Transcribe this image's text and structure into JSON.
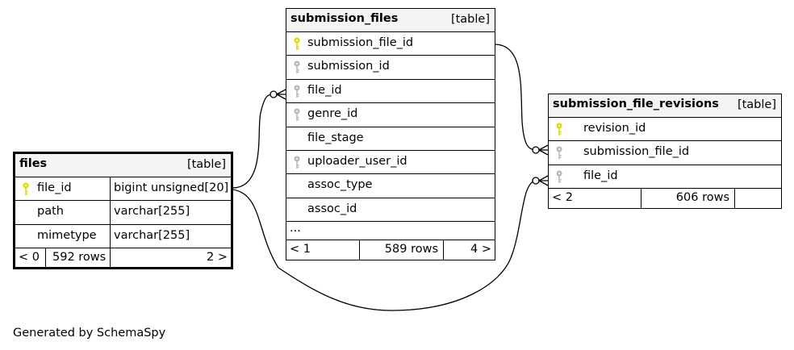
{
  "colors": {
    "primary_key": "#e6d800",
    "foreign_key": "#b8b8b8",
    "header_bg": "#f4f4f4"
  },
  "tables": {
    "submission_files": {
      "name": "submission_files",
      "kind": "[table]",
      "columns": [
        {
          "name": "submission_file_id",
          "key": "primary-key-icon"
        },
        {
          "name": "submission_id",
          "key": "foreign-key-icon"
        },
        {
          "name": "file_id",
          "key": "foreign-key-icon"
        },
        {
          "name": "genre_id",
          "key": "foreign-key-icon"
        },
        {
          "name": "file_stage",
          "key": ""
        },
        {
          "name": "uploader_user_id",
          "key": "foreign-key-icon"
        },
        {
          "name": "assoc_type",
          "key": ""
        },
        {
          "name": "assoc_id",
          "key": ""
        }
      ],
      "more": "...",
      "footer": {
        "parents": "< 1",
        "rows": "589 rows",
        "children": "4 >"
      }
    },
    "files": {
      "name": "files",
      "kind": "[table]",
      "columns": [
        {
          "name": "file_id",
          "type": "bigint unsigned[20]",
          "key": "primary-key-icon"
        },
        {
          "name": "path",
          "type": "varchar[255]",
          "key": ""
        },
        {
          "name": "mimetype",
          "type": "varchar[255]",
          "key": ""
        }
      ],
      "footer": {
        "parents": "< 0",
        "rows": "592 rows",
        "children": "2 >"
      }
    },
    "submission_file_revisions": {
      "name": "submission_file_revisions",
      "kind": "[table]",
      "columns": [
        {
          "name": "revision_id",
          "key": "primary-key-icon"
        },
        {
          "name": "submission_file_id",
          "key": "foreign-key-icon"
        },
        {
          "name": "file_id",
          "key": "foreign-key-icon"
        }
      ],
      "footer": {
        "parents": "< 2",
        "rows": "606 rows",
        "children": ""
      }
    }
  },
  "credit": "Generated by SchemaSpy"
}
